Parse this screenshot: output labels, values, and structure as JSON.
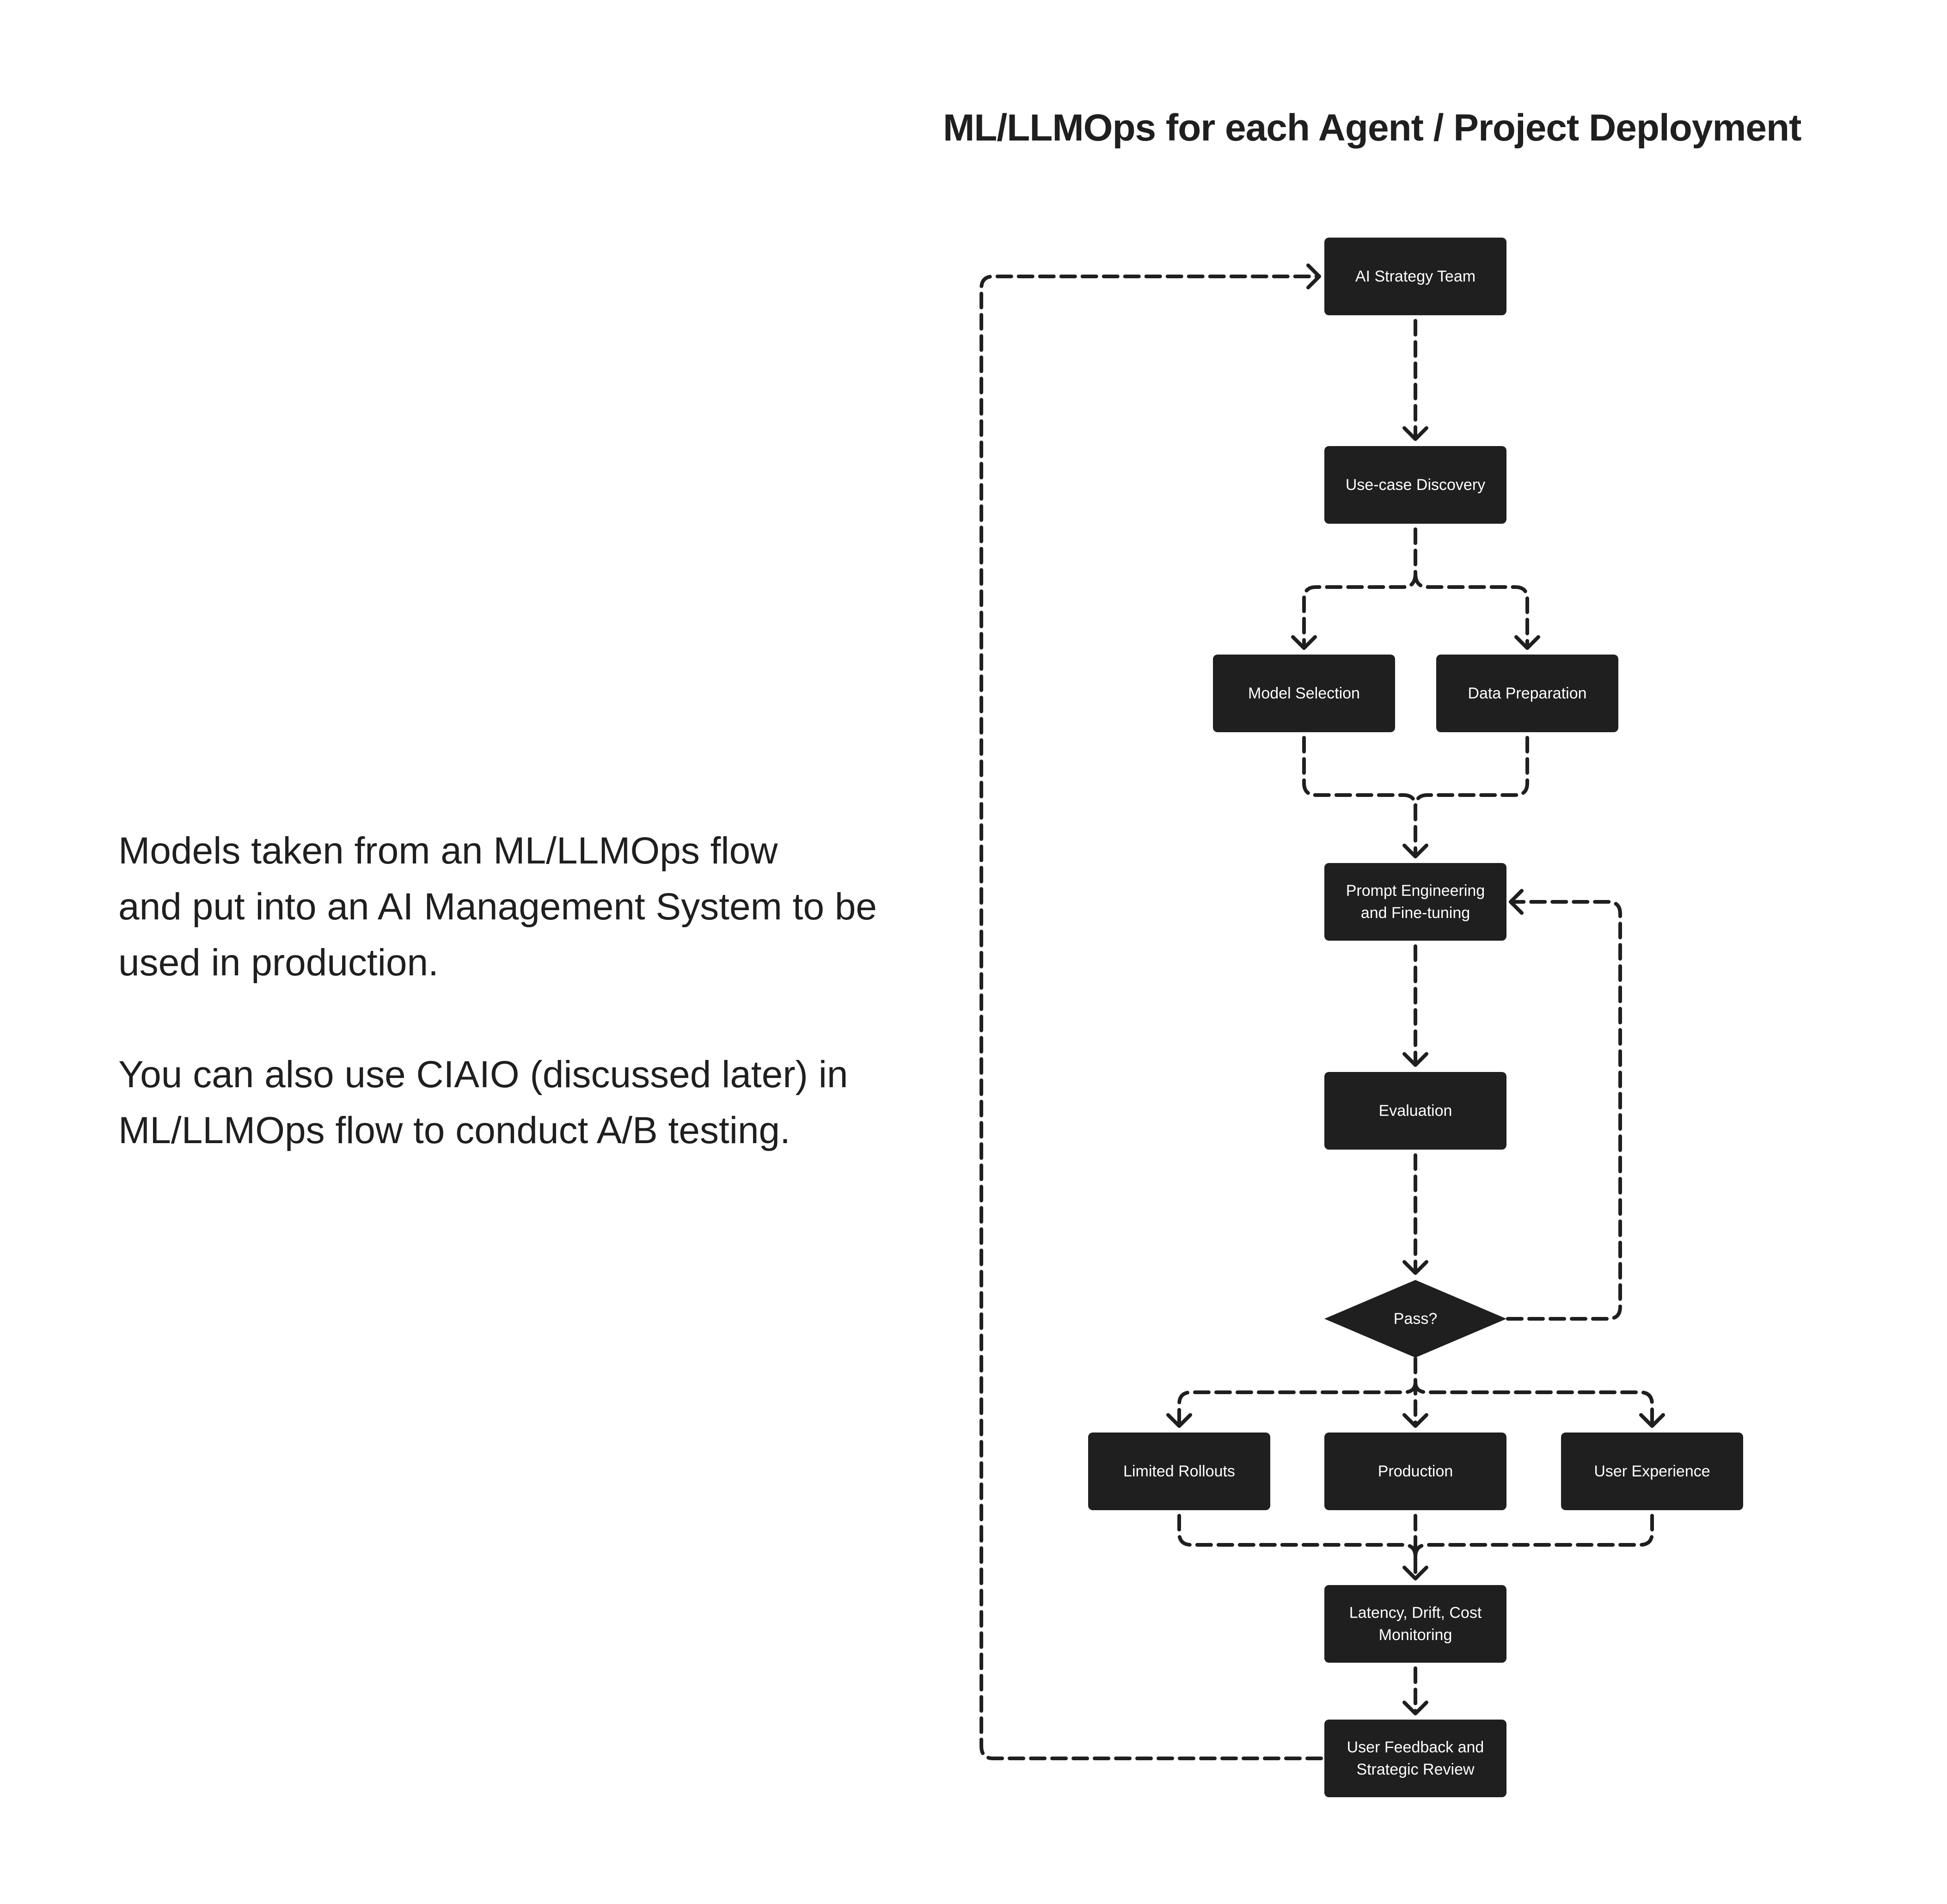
{
  "title": "ML/LLMOps for each Agent / Project Deployment",
  "description": {
    "paragraph1": [
      "Models taken from an ML/LLMOps flow",
      "and put into an AI Management System to be",
      "used in production."
    ],
    "paragraph2": [
      "You can also use CIAIO (discussed later) in",
      "ML/LLMOps flow to conduct A/B testing."
    ]
  },
  "nodes": {
    "ai_strategy": [
      "AI Strategy Team"
    ],
    "use_case": [
      "Use-case Discovery"
    ],
    "model_selection": [
      "Model Selection"
    ],
    "data_preparation": [
      "Data Preparation"
    ],
    "prompt_engineering": [
      "Prompt Engineering",
      "and Fine-tuning"
    ],
    "evaluation": [
      "Evaluation"
    ],
    "pass": [
      "Pass?"
    ],
    "limited_rollouts": [
      "Limited Rollouts"
    ],
    "production": [
      "Production"
    ],
    "user_experience": [
      "User Experience"
    ],
    "monitoring": [
      "Latency, Drift, Cost",
      "Monitoring"
    ],
    "feedback": [
      "User Feedback and",
      "Strategic Review"
    ]
  },
  "colors": {
    "node_fill": "#1f1f1f",
    "node_text": "#ffffff",
    "connector": "#1f1f1f",
    "text": "#1f1f1f"
  }
}
